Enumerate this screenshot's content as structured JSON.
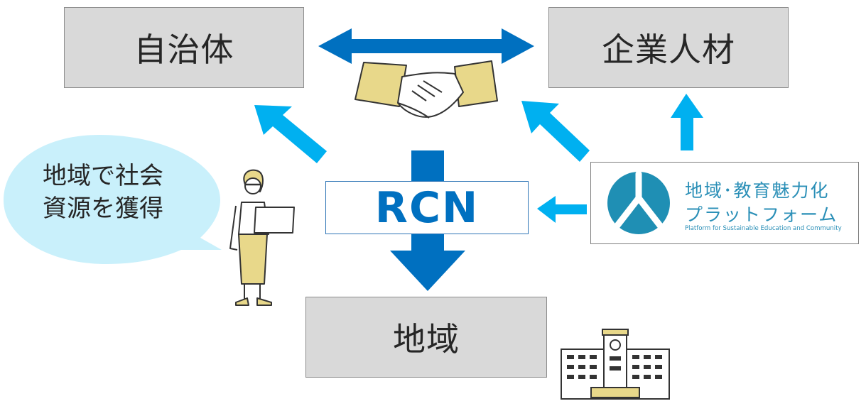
{
  "nodes": {
    "jichitai": "自治体",
    "kigyo": "企業人材",
    "rcn": "RCN",
    "chiiki": "地域"
  },
  "platform": {
    "line1": "地域･教育魅力化",
    "line2": "プラットフォーム",
    "english": "Platform for Sustainable Education and Community"
  },
  "bubble": {
    "line1": "地域で社会",
    "line2": "資源を獲得"
  },
  "icons": [
    "handshake-icon",
    "woman-with-laptop-icon",
    "school-building-icon",
    "platform-logo-icon"
  ],
  "colors": {
    "box_fill": "#d9d9d9",
    "dark_arrow": "#0070c0",
    "light_arrow": "#00b0f0",
    "bubble": "#c9f0fb",
    "platform_text": "#2a8fb7"
  }
}
